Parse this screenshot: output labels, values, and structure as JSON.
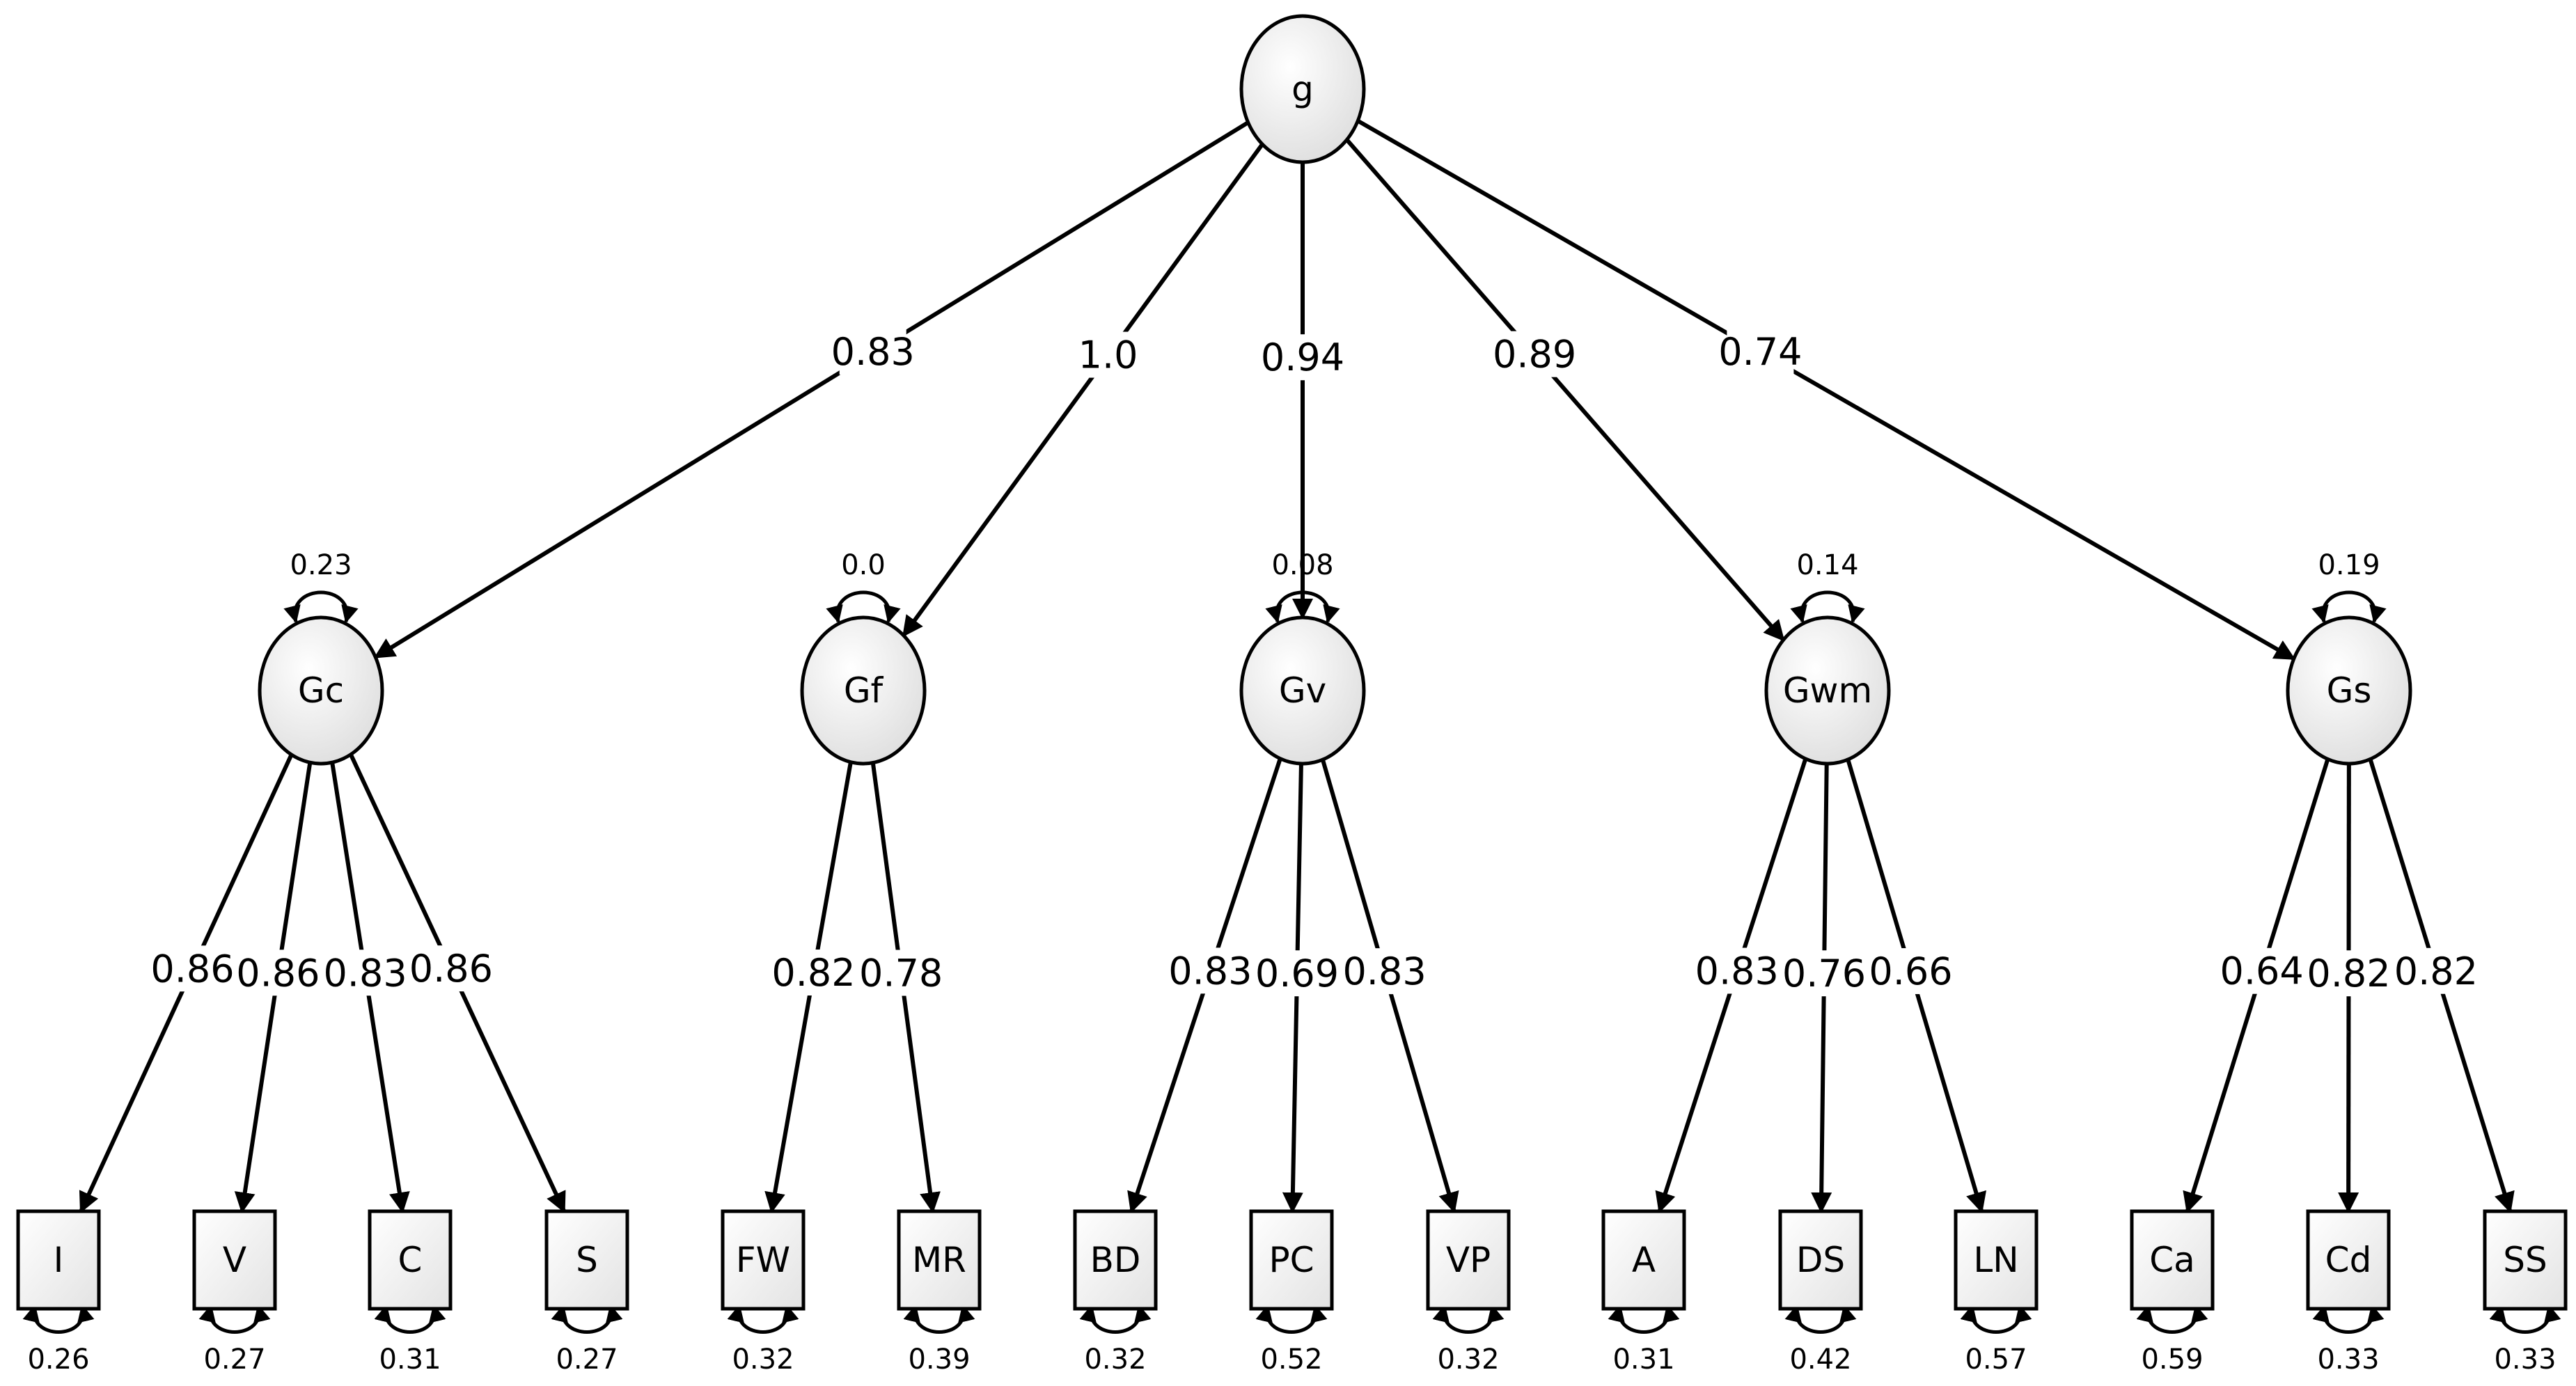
{
  "nodes": {
    "g": {
      "label": "g"
    },
    "Gc": {
      "label": "Gc",
      "variance": "0.23"
    },
    "Gf": {
      "label": "Gf",
      "variance": "0.0"
    },
    "Gv": {
      "label": "Gv",
      "variance": "0.08"
    },
    "Gwm": {
      "label": "Gwm",
      "variance": "0.14"
    },
    "Gs": {
      "label": "Gs",
      "variance": "0.19"
    },
    "I": {
      "label": "I",
      "variance": "0.26"
    },
    "V": {
      "label": "V",
      "variance": "0.27"
    },
    "C": {
      "label": "C",
      "variance": "0.31"
    },
    "S": {
      "label": "S",
      "variance": "0.27"
    },
    "FW": {
      "label": "FW",
      "variance": "0.32"
    },
    "MR": {
      "label": "MR",
      "variance": "0.39"
    },
    "BD": {
      "label": "BD",
      "variance": "0.32"
    },
    "PC": {
      "label": "PC",
      "variance": "0.52"
    },
    "VP": {
      "label": "VP",
      "variance": "0.32"
    },
    "A": {
      "label": "A",
      "variance": "0.31"
    },
    "DS": {
      "label": "DS",
      "variance": "0.42"
    },
    "LN": {
      "label": "LN",
      "variance": "0.57"
    },
    "Ca": {
      "label": "Ca",
      "variance": "0.59"
    },
    "Cd": {
      "label": "Cd",
      "variance": "0.33"
    },
    "SS": {
      "label": "SS",
      "variance": "0.33"
    }
  },
  "edges": [
    {
      "from": "g",
      "to": "Gc",
      "loading": "0.83"
    },
    {
      "from": "g",
      "to": "Gf",
      "loading": "1.0"
    },
    {
      "from": "g",
      "to": "Gv",
      "loading": "0.94"
    },
    {
      "from": "g",
      "to": "Gwm",
      "loading": "0.89"
    },
    {
      "from": "g",
      "to": "Gs",
      "loading": "0.74"
    },
    {
      "from": "Gc",
      "to": "I",
      "loading": "0.86"
    },
    {
      "from": "Gc",
      "to": "V",
      "loading": "0.86"
    },
    {
      "from": "Gc",
      "to": "C",
      "loading": "0.83"
    },
    {
      "from": "Gc",
      "to": "S",
      "loading": "0.86"
    },
    {
      "from": "Gf",
      "to": "FW",
      "loading": "0.82"
    },
    {
      "from": "Gf",
      "to": "MR",
      "loading": "0.78"
    },
    {
      "from": "Gv",
      "to": "BD",
      "loading": "0.83"
    },
    {
      "from": "Gv",
      "to": "PC",
      "loading": "0.69"
    },
    {
      "from": "Gv",
      "to": "VP",
      "loading": "0.83"
    },
    {
      "from": "Gwm",
      "to": "A",
      "loading": "0.83"
    },
    {
      "from": "Gwm",
      "to": "DS",
      "loading": "0.76"
    },
    {
      "from": "Gwm",
      "to": "LN",
      "loading": "0.66"
    },
    {
      "from": "Gs",
      "to": "Ca",
      "loading": "0.64"
    },
    {
      "from": "Gs",
      "to": "Cd",
      "loading": "0.82"
    },
    {
      "from": "Gs",
      "to": "SS",
      "loading": "0.82"
    }
  ]
}
